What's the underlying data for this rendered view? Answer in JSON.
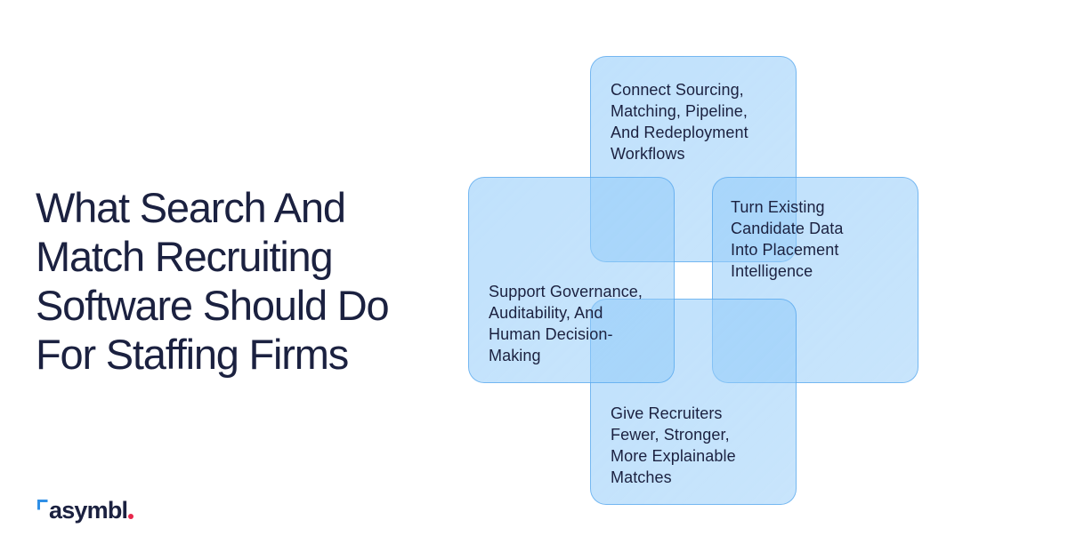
{
  "headline": {
    "lines": [
      "What Search And",
      "Match Recruiting",
      "Software Should Do",
      "For Staffing Firms"
    ]
  },
  "diagram": {
    "cards": {
      "top": {
        "lines": [
          "Connect Sourcing,",
          "Matching, Pipeline,",
          "And Redeployment",
          "Workflows"
        ]
      },
      "right": {
        "lines": [
          "Turn Existing",
          "Candidate Data",
          "Into Placement",
          "Intelligence"
        ]
      },
      "left": {
        "lines": [
          "Support Governance,",
          "Auditability, And",
          "Human Decision-",
          "Making"
        ]
      },
      "bottom": {
        "lines": [
          "Give Recruiters",
          "Fewer, Stronger,",
          "More Explainable",
          "Matches"
        ]
      }
    }
  },
  "logo": {
    "text": "asymbl",
    "mark_icon": "corner-bracket-icon",
    "dot_icon": "dot-icon",
    "colors": {
      "text": "#1b2140",
      "mark": "#2f8fe6",
      "dot": "#e8274b"
    }
  },
  "colors": {
    "heading_text": "#1b2140",
    "card_fill": "#96cdfa",
    "card_border": "#4aa0eb",
    "background": "#ffffff"
  }
}
